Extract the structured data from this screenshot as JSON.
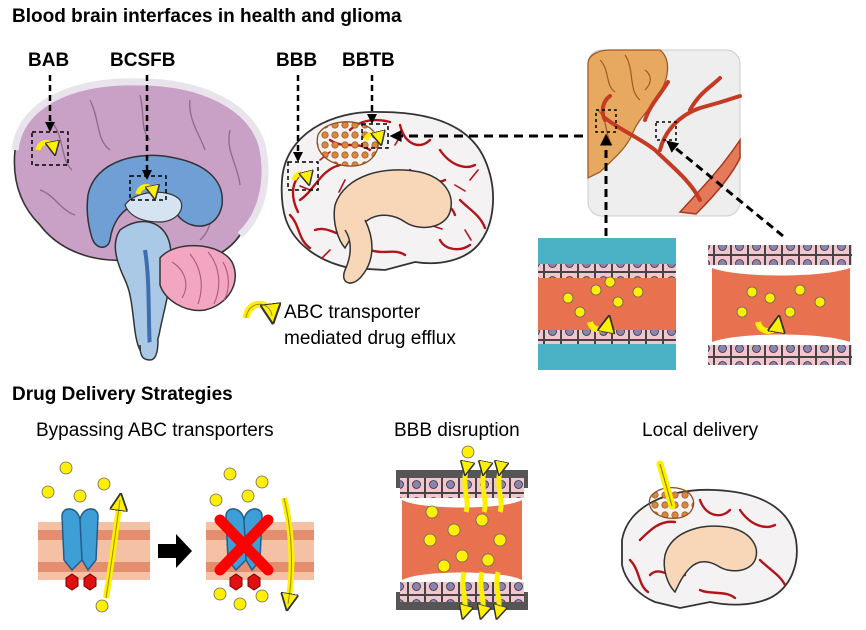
{
  "header": {
    "title": "Blood brain interfaces in health and glioma"
  },
  "interface_labels": {
    "bab": "BAB",
    "bcsfb": "BCSFB",
    "bbb": "BBB",
    "bbtb": "BBTB"
  },
  "legend": {
    "line1": "ABC transporter",
    "line2": "mediated drug efflux"
  },
  "strategies": {
    "title": "Drug  Delivery Strategies",
    "items": [
      {
        "label": "Bypassing ABC transporters"
      },
      {
        "label": "BBB disruption"
      },
      {
        "label": "Local delivery"
      }
    ]
  },
  "colors": {
    "cortex_purple": "#c9a0c6",
    "ventricle_blue": "#6f9fd4",
    "vessel_red": "#b2141a",
    "tumor_brown": "#b5652f",
    "endothelium_orange": "#e8714f",
    "membrane_peach": "#f5c1a4",
    "drug_yellow": "#ffef00",
    "transporter_blue": "#3e9ed6",
    "block_red": "#ff0000"
  }
}
